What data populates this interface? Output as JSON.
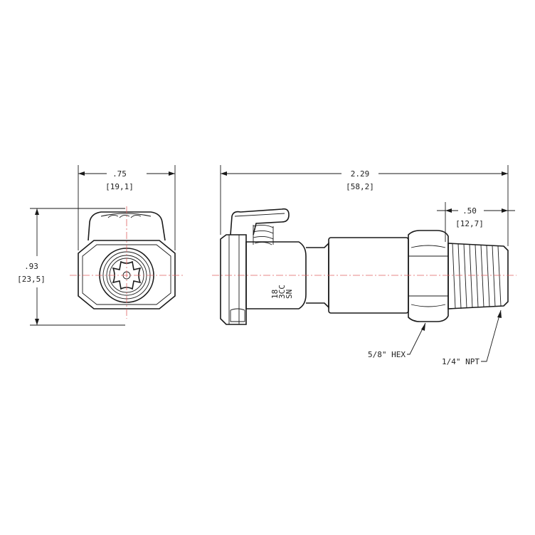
{
  "dimensions": {
    "end_view_width": {
      "inch": ".75",
      "mm": "[19,1]"
    },
    "end_view_height": {
      "inch": ".93",
      "mm": "[23,5]"
    },
    "overall_length": {
      "inch": "2.29",
      "mm": "[58,2]"
    },
    "thread_length": {
      "inch": ".50",
      "mm": "[12,7]"
    }
  },
  "callouts": {
    "hex": "5/8\" HEX",
    "thread": "1/4\" NPT"
  },
  "body_markings": [
    "18",
    "3CC",
    "SN"
  ],
  "colors": {
    "line": "#1a1a1a",
    "centerline": "#e06060",
    "background": "#ffffff"
  }
}
